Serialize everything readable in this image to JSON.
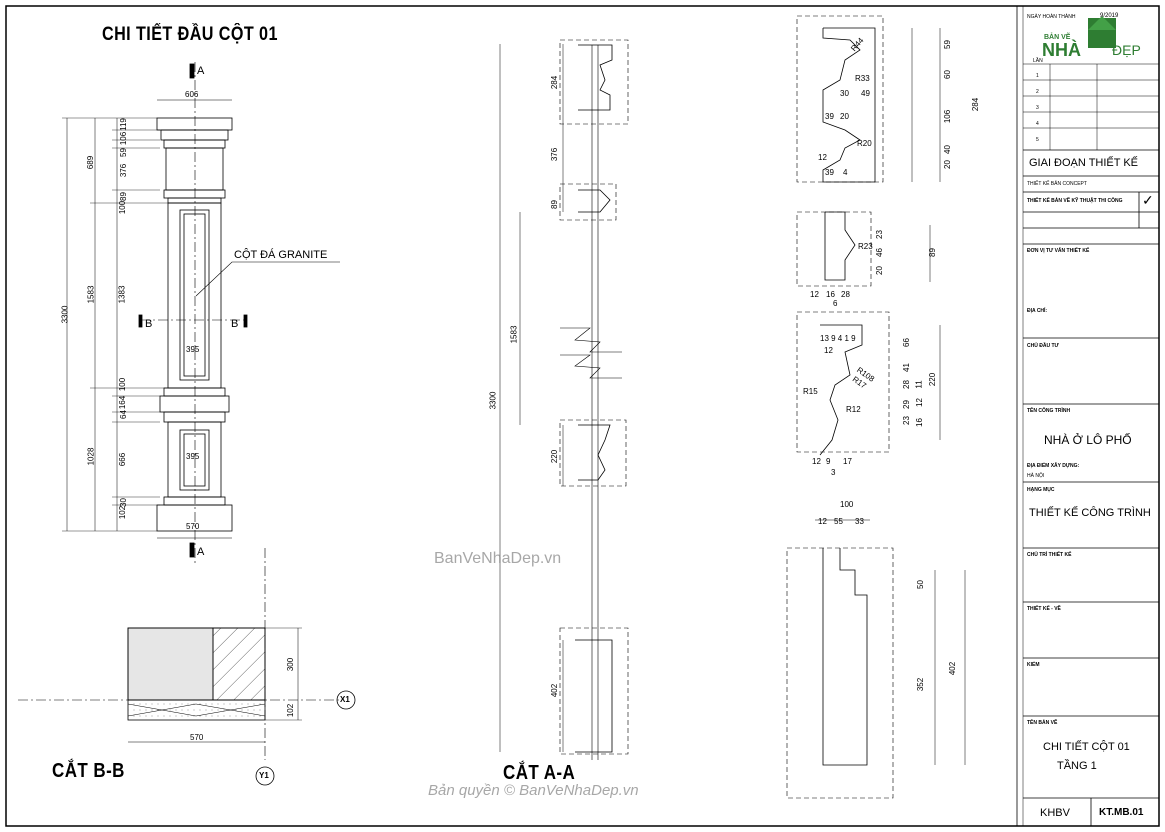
{
  "drawing": {
    "title_detail": "CHI TIẾT ĐẦU CỘT 01",
    "title_bb": "CẮT B-B",
    "title_aa": "CẮT A-A",
    "label_granite": "CỘT ĐÁ GRANITE",
    "sec_a": "A",
    "sec_b": "B",
    "axis_x1": "X1",
    "axis_y1": "Y1"
  },
  "dims": {
    "col_top_width": "606",
    "col_bottom_width": "570",
    "panel_width": "395",
    "panel_width2": "395",
    "bb_width": "570",
    "bb_h1": "300",
    "bb_h2": "102",
    "total": "3300",
    "upper": "689",
    "shaft": "1583",
    "lower": "1028",
    "u119": "119",
    "u106": "106",
    "u59": "59",
    "u376": "376",
    "u89": "89",
    "u100a": "100",
    "u1383": "1383",
    "u100b": "100",
    "u164": "164",
    "u64": "64",
    "u666": "666",
    "u30": "30",
    "u102": "102",
    "aa_284": "284",
    "aa_376": "376",
    "aa_89": "89",
    "aa_1583": "1583",
    "aa_3300": "3300",
    "aa_220": "220",
    "aa_402": "402"
  },
  "details": {
    "d1": {
      "r44": "R44",
      "r33": "R33",
      "r20": "R20",
      "d30": "30",
      "d49": "49",
      "d39": "39",
      "d20": "20",
      "d12": "12",
      "d39b": "39",
      "d4": "4",
      "v59": "59",
      "v60": "60",
      "v106": "106",
      "v20": "20",
      "v40": "40",
      "v284": "284"
    },
    "d2": {
      "r23": "R23",
      "d12": "12",
      "d16": "16",
      "d28": "28",
      "d6": "6",
      "v23": "23",
      "v46": "46",
      "v20": "20",
      "v89": "89"
    },
    "d3": {
      "r108": "R108",
      "r17": "R17",
      "r15": "R15",
      "r12": "R12",
      "top": "13 9  4 1 9",
      "d12t": "12",
      "v66": "66",
      "v41": "41",
      "v28": "28",
      "v29": "29",
      "v23": "23",
      "v16": "16",
      "v12": "12",
      "v11": "11",
      "v220": "220",
      "d12": "12",
      "d9": "9",
      "d17": "17",
      "d3": "3"
    },
    "d4": {
      "w100": "100",
      "d12": "12",
      "d55": "55",
      "d33": "33",
      "v50": "50",
      "v352": "352",
      "v402": "402"
    }
  },
  "titleblock": {
    "date_label": "NGÀY HOÀN THÀNH",
    "date_value": "9/2019",
    "logo_top": "BẢN VẼ",
    "logo_main": "NHÀ",
    "logo_side": "ĐẸP",
    "rev_label": "LẦN",
    "rev": [
      "1",
      "2",
      "3",
      "4",
      "5"
    ],
    "phase_title": "GIAI ĐOẠN THIẾT KẾ",
    "phase_1": "THIẾT KẾ BẢN CONCEPT",
    "phase_2": "THIẾT KẾ BẢN VẼ KỸ THUẬT THI CÔNG",
    "check": "✓",
    "consult_label": "ĐƠN VỊ TƯ VẤN THIẾT KẾ",
    "address_label": "ĐỊA CHỈ:",
    "owner_label": "CHỦ ĐẦU TƯ",
    "project_label": "TÊN CÔNG TRÌNH",
    "project": "NHÀ Ở LÔ PHỐ",
    "location_label": "ĐỊA ĐIỂM XÂY DỰNG:",
    "location": "HÀ NỘI",
    "item_label": "HẠNG MỤC",
    "item": "THIẾT KẾ CÔNG TRÌNH",
    "chief_label": "CHỦ TRÌ THIẾT KẾ",
    "designer_label": "THIẾT KẾ - VẼ",
    "check_label": "KIỂM",
    "sheet_label": "TÊN BẢN VẼ",
    "sheet_title1": "CHI TIẾT CỘT 01",
    "sheet_title2": "TẦNG 1",
    "code_left": "KHBV",
    "code_right": "KT.MB.01"
  },
  "watermark": {
    "top": "BanVeNhaDep.vn",
    "bottom": "Bản quyền © BanVeNhaDep.vn"
  }
}
